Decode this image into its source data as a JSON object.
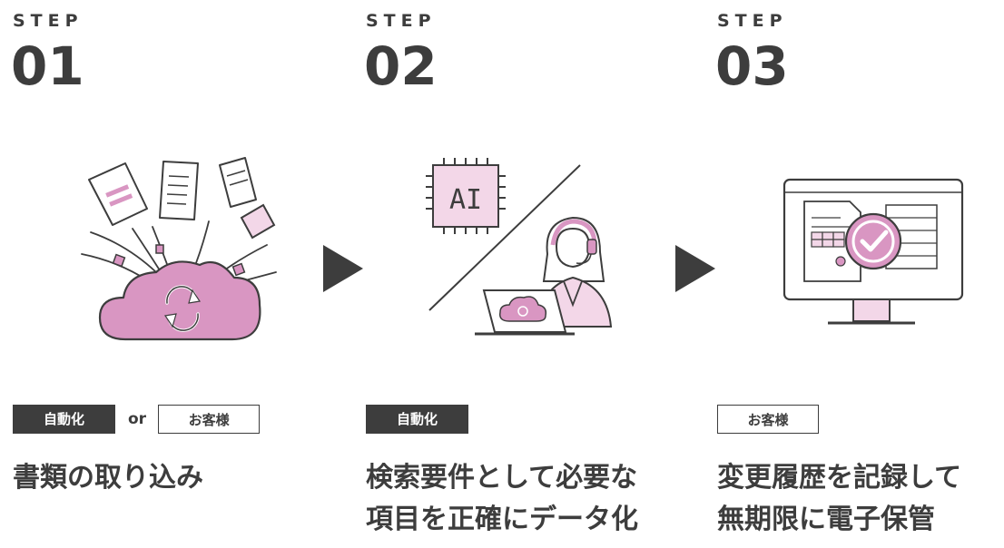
{
  "colors": {
    "text": "#3d3d3d",
    "accent": "#d996c2",
    "accent_light": "#f3d7e8",
    "line": "#3d3d3d"
  },
  "steps": [
    {
      "label": "STEP",
      "number": "01",
      "tags": {
        "auto": "自動化",
        "or": "or",
        "customer": "お客様"
      },
      "title_lines": [
        "書類の取り込み"
      ],
      "illustration_icon": "cloud-documents-icon"
    },
    {
      "label": "STEP",
      "number": "02",
      "tags": {
        "auto": "自動化"
      },
      "title_lines": [
        "検索要件として必要な",
        "項目を正確にデータ化"
      ],
      "illustration_icon": "ai-operator-icon",
      "chip_text": "AI"
    },
    {
      "label": "STEP",
      "number": "03",
      "tags": {
        "customer": "お客様"
      },
      "title_lines": [
        "変更履歴を記録して",
        "無期限に電子保管"
      ],
      "illustration_icon": "monitor-check-icon"
    }
  ],
  "arrow_icon": "triangle-right-icon"
}
